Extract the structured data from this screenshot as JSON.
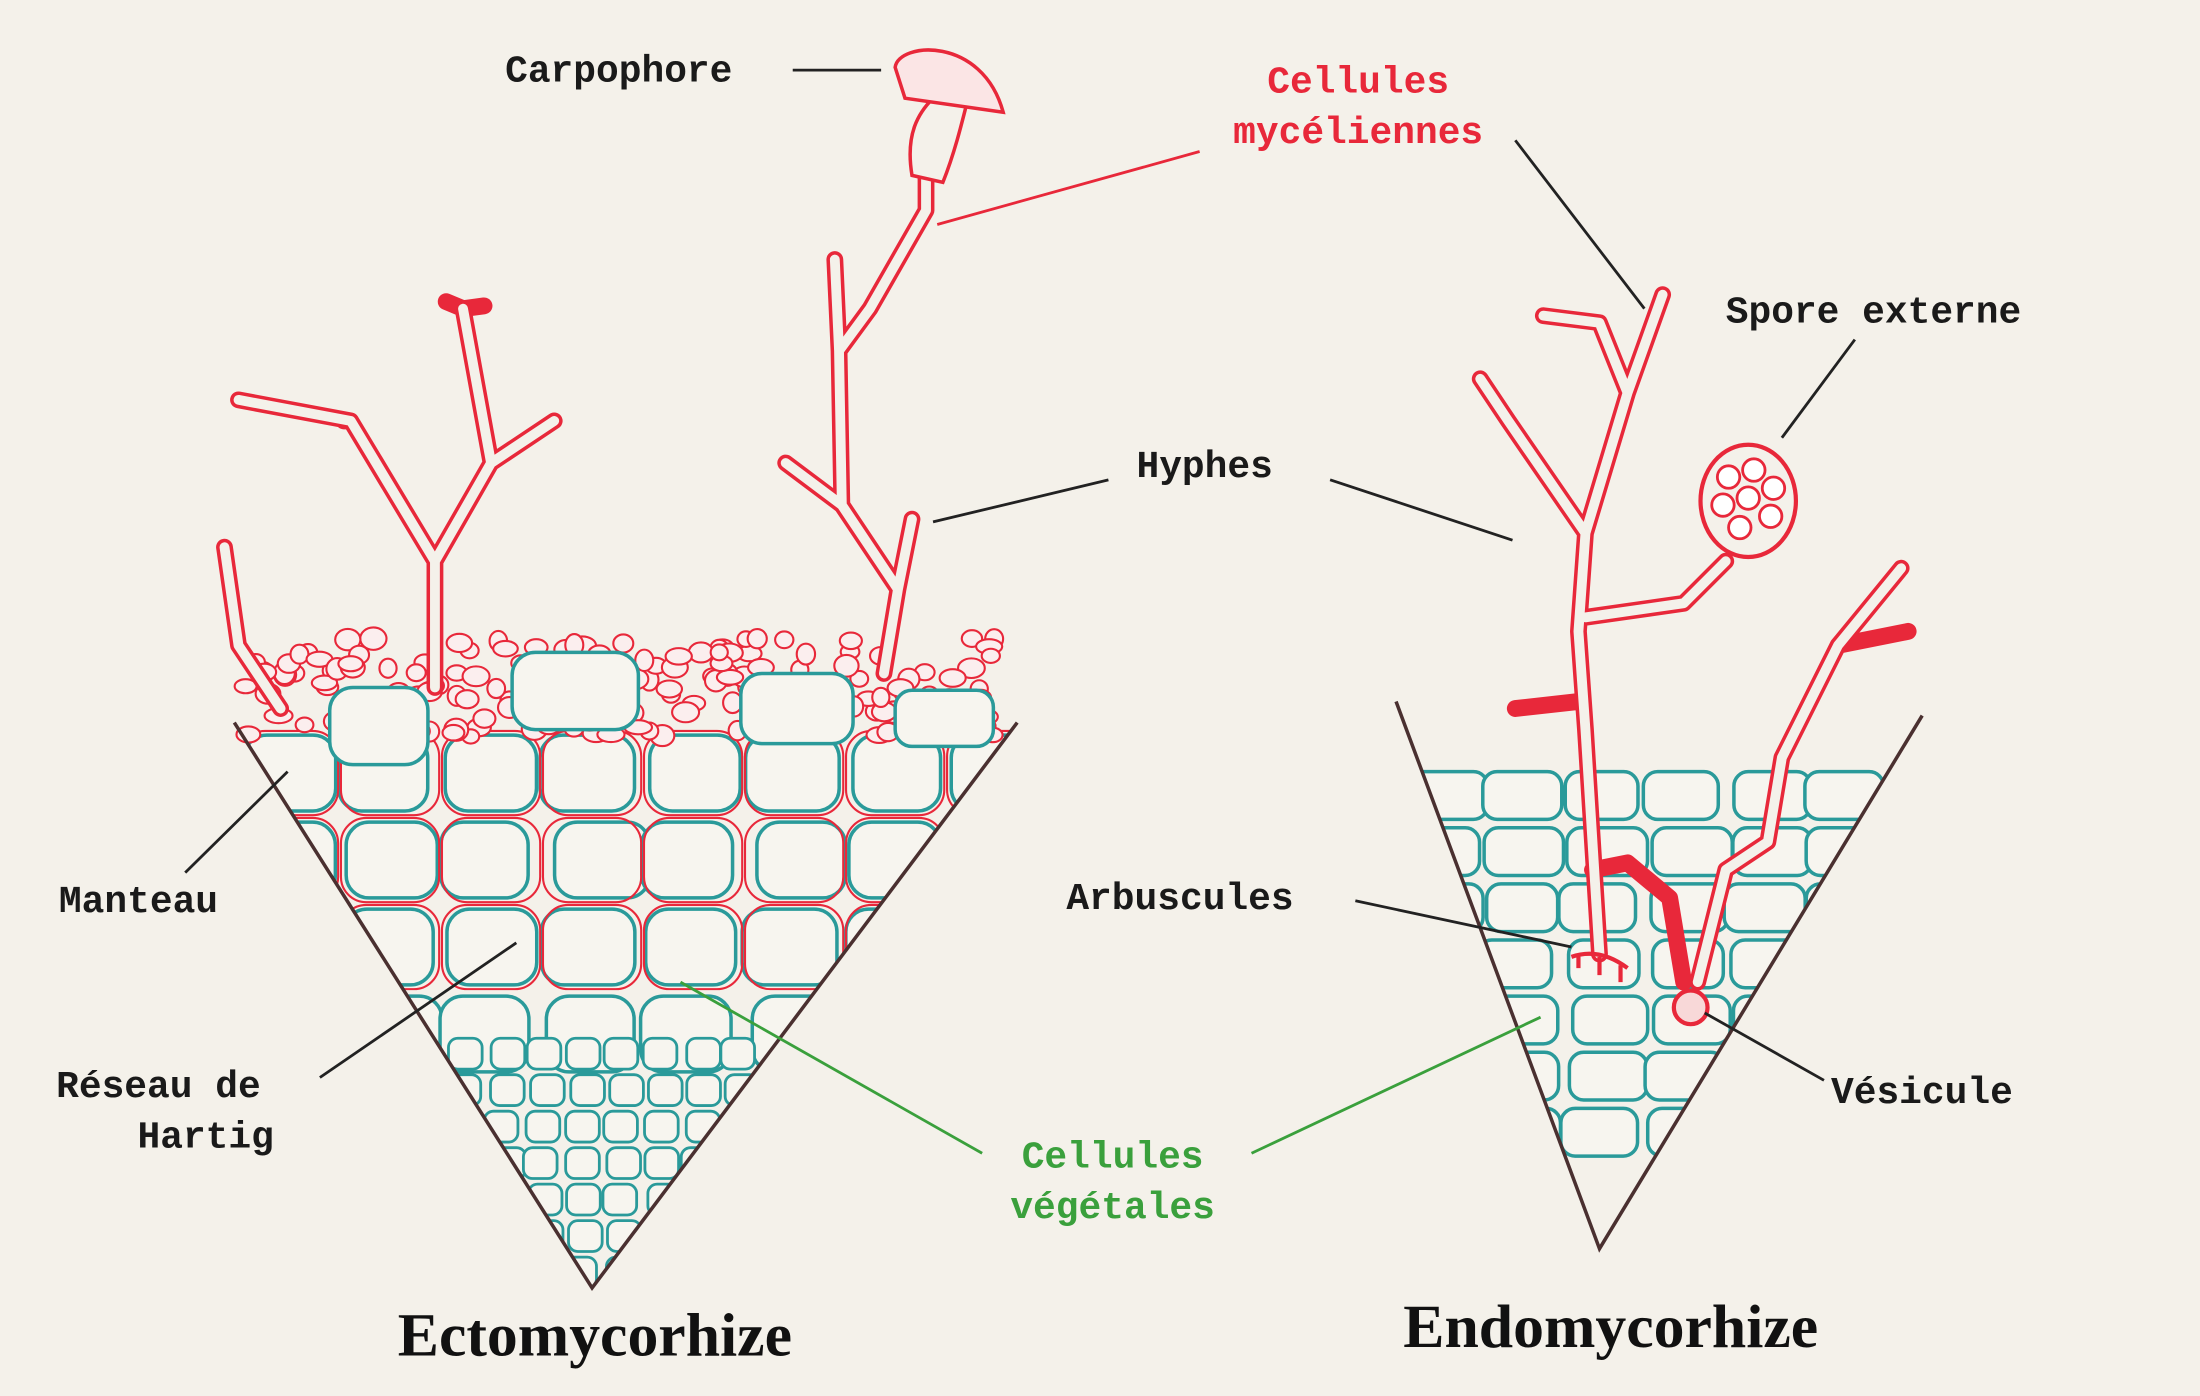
{
  "labels": {
    "carpophore": "Carpophore",
    "cellules_myceliennes_1": "Cellules",
    "cellules_myceliennes_2": "mycéliennes",
    "spore_externe": "Spore externe",
    "hyphes": "Hyphes",
    "manteau": "Manteau",
    "arbuscules": "Arbuscules",
    "reseau_1": "Réseau de",
    "reseau_2": "Hartig",
    "vesicule": "Vésicule",
    "cellules_vegetales_1": "Cellules",
    "cellules_vegetales_2": "végétales"
  },
  "titles": {
    "ecto": "Ectomycorhize",
    "endo": "Endomycorhize"
  },
  "colors": {
    "fungal": "#e8283a",
    "plant": "#2a9a9a",
    "plant_label": "#3aa03c",
    "background": "#f4f1ea"
  }
}
